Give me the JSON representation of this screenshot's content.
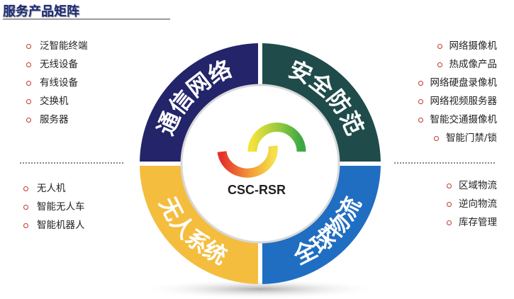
{
  "header": {
    "title": "服务产品矩阵"
  },
  "ring": {
    "segments": [
      {
        "id": "comm",
        "label": "通信网络",
        "color": "#23246a"
      },
      {
        "id": "security",
        "label": "安全防范",
        "color": "#1f4c4a"
      },
      {
        "id": "unmanned",
        "label": "无人系统",
        "color": "#f4bd3e"
      },
      {
        "id": "logistics",
        "label": "全球物流",
        "color": "#1f6ec2"
      }
    ],
    "logo_text": "CSC-RSR"
  },
  "lists": {
    "left_top": [
      "泛智能终端",
      "无线设备",
      "有线设备",
      "交换机",
      "服务器"
    ],
    "left_bottom": [
      "无人机",
      "智能无人车",
      "智能机器人"
    ],
    "right_top": [
      "网络摄像机",
      "热成像产品",
      "网络硬盘录像机",
      "网络视频服务器",
      "智能交通摄像机",
      "智能门禁/锁"
    ],
    "right_bottom": [
      "区域物流",
      "逆向物流",
      "库存管理"
    ]
  },
  "colors": {
    "title": "#1c2c78",
    "bullet": "#c0392b"
  }
}
